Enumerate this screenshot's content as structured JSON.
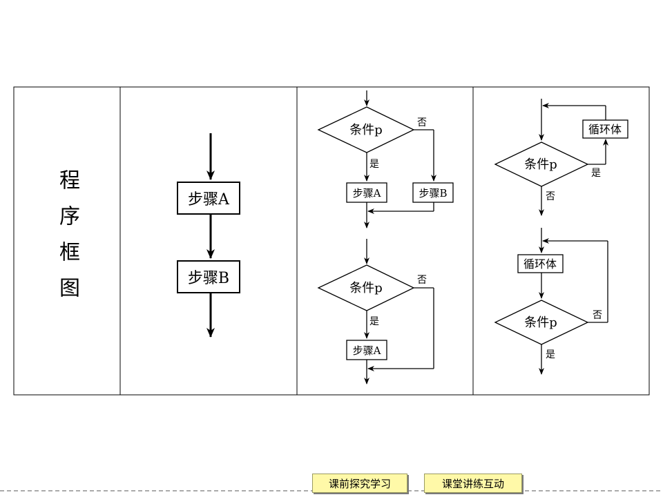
{
  "table": {
    "row_header": "程序框图"
  },
  "sequence": {
    "step_a": "步骤A",
    "step_b": "步骤B"
  },
  "branch1": {
    "condition": "条件p",
    "no": "否",
    "yes": "是",
    "step_a": "步骤A",
    "step_b": "步骤B"
  },
  "branch2": {
    "condition": "条件p",
    "no": "否",
    "yes": "是",
    "step_a": "步骤A"
  },
  "loop1": {
    "body": "循环体",
    "condition": "条件p",
    "yes": "是",
    "no": "否"
  },
  "loop2": {
    "body": "循环体",
    "condition": "条件p",
    "no": "否",
    "yes": "是"
  },
  "nav": {
    "btn1": "课前探究学习",
    "btn2": "课堂讲练互动"
  }
}
